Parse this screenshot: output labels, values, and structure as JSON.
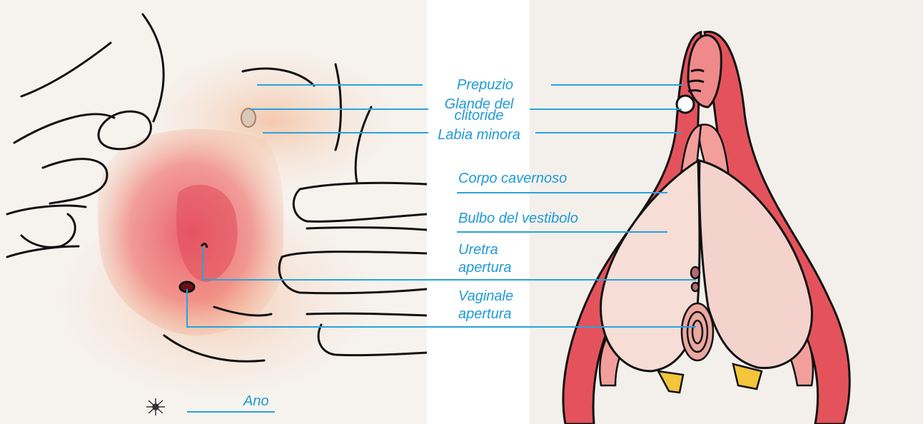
{
  "labels": {
    "prepuzio": "Prepuzio",
    "glande_line1": "Glande del",
    "glande_line2": "clitoride",
    "labia_minora": "Labia minora",
    "corpo_cavernoso": "Corpo cavernoso",
    "bulbo_vestibolo": "Bulbo del vestibolo",
    "uretra_line1": "Uretra",
    "uretra_line2": "apertura",
    "vaginale_line1": "Vaginale",
    "vaginale_line2": "apertura",
    "ano": "Ano"
  },
  "colors": {
    "label_blue": "#1f9ad6",
    "lead_line": "#2aa2dc",
    "tissue_red": "#e4535b",
    "tissue_pink": "#f2c9c4",
    "skin_wash": "#f1b48f",
    "ink": "#111111",
    "bulb_yellow": "#f3c53a"
  }
}
